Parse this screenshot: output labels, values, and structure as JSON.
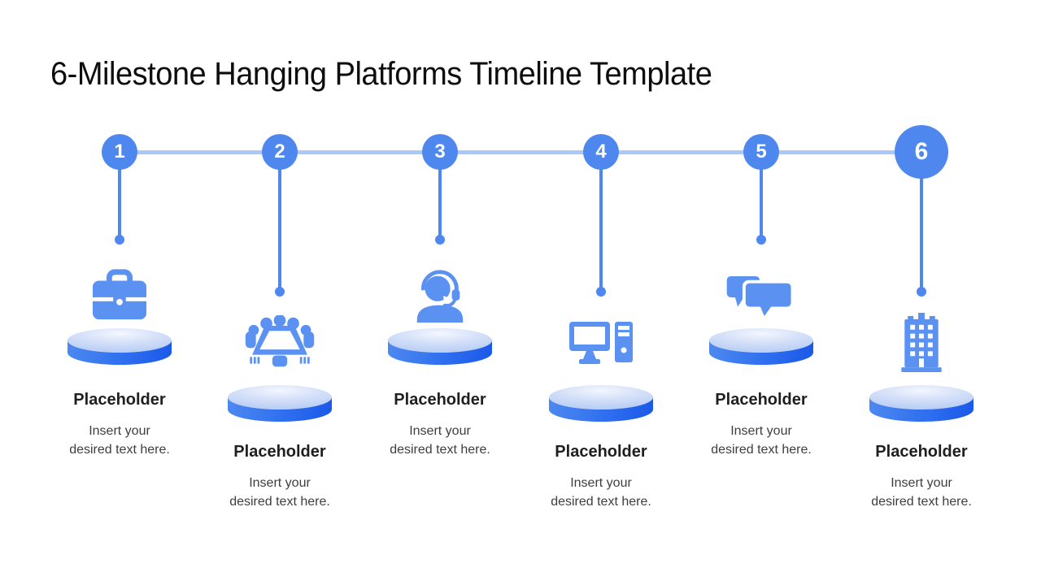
{
  "slide": {
    "title": "6-Milestone Hanging Platforms Timeline Template"
  },
  "colors": {
    "accent_blue": "#4E88EF",
    "icon_blue": "#5B92F2",
    "connector_light_blue": "#ABC8FA",
    "platform_side_gradient": [
      "#4E89F0",
      "#1A58E8"
    ],
    "platform_top_gradient": [
      "#F3F7FE",
      "#BCD0F5"
    ],
    "number_text": "#FFFFFF",
    "title_text": "#0D0D0D",
    "label_text": "#1F1F1F",
    "body_text": "#3E3E3E",
    "background": "#FFFFFF"
  },
  "milestones": [
    {
      "number": "1",
      "icon": "briefcase-icon",
      "position": "high",
      "label": "Placeholder",
      "description_line1": "Insert your",
      "description_line2": "desired text here."
    },
    {
      "number": "2",
      "icon": "meeting-table-icon",
      "position": "low",
      "label": "Placeholder",
      "description_line1": "Insert your",
      "description_line2": "desired text here."
    },
    {
      "number": "3",
      "icon": "support-agent-icon",
      "position": "high",
      "label": "Placeholder",
      "description_line1": "Insert your",
      "description_line2": "desired text here."
    },
    {
      "number": "4",
      "icon": "desktop-computer-icon",
      "position": "low",
      "label": "Placeholder",
      "description_line1": "Insert your",
      "description_line2": "desired text here."
    },
    {
      "number": "5",
      "icon": "chat-bubbles-icon",
      "position": "high",
      "label": "Placeholder",
      "description_line1": "Insert your",
      "description_line2": "desired text here."
    },
    {
      "number": "6",
      "icon": "office-building-icon",
      "position": "low",
      "label": "Placeholder",
      "description_line1": "Insert your",
      "description_line2": "desired text here."
    }
  ]
}
